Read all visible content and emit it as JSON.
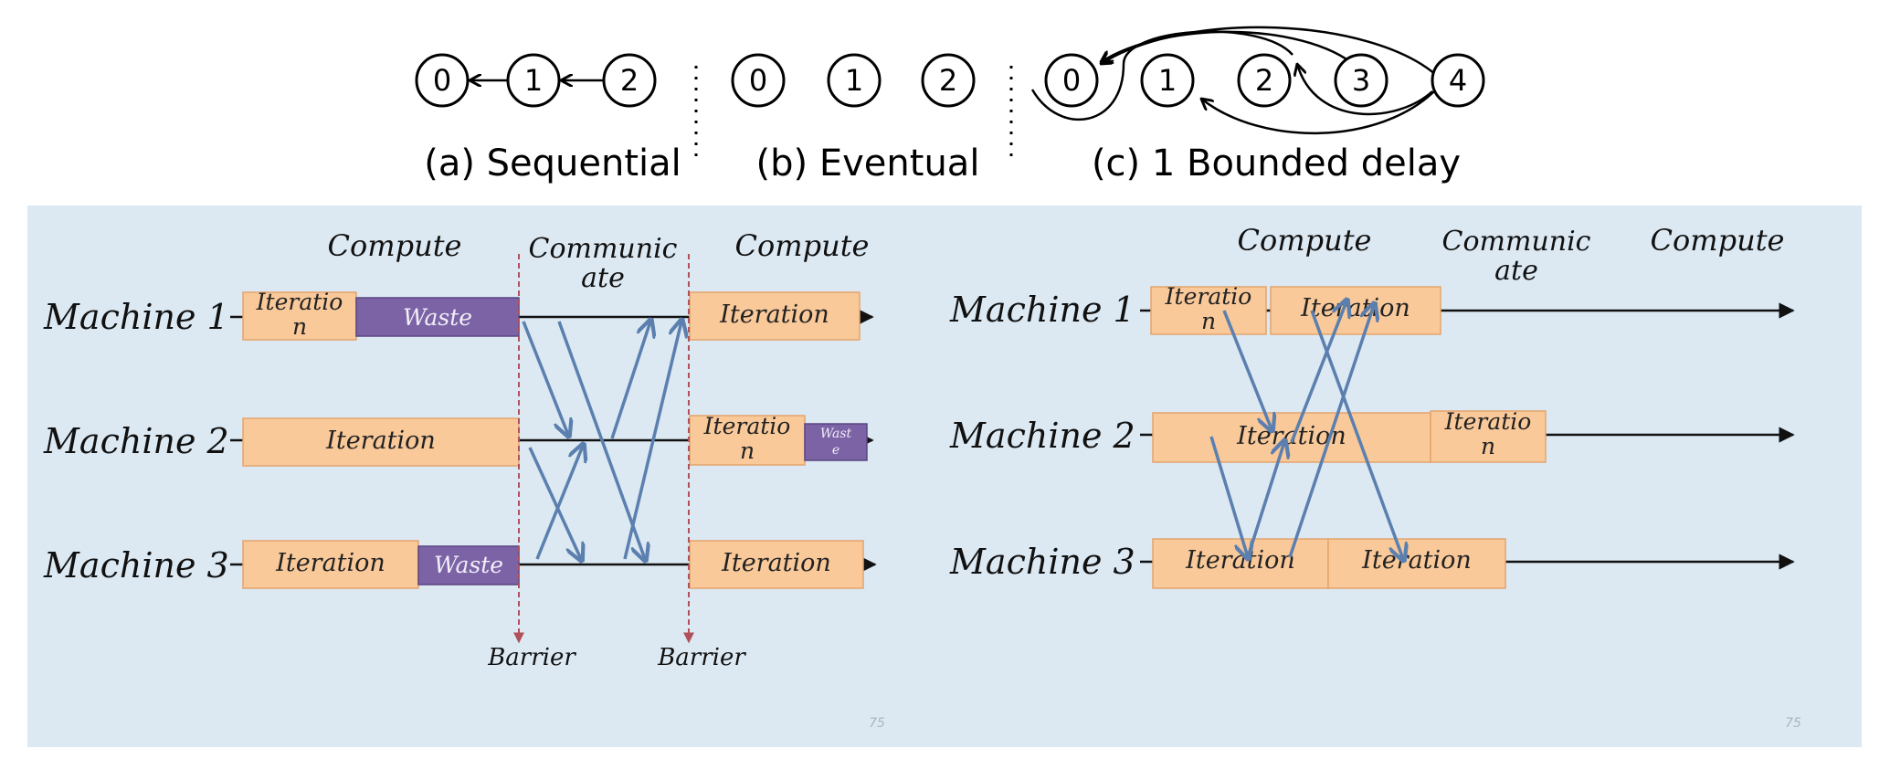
{
  "graphs": {
    "a": {
      "nodes": [
        "0",
        "1",
        "2"
      ],
      "caption": "(a) Sequential"
    },
    "b": {
      "nodes": [
        "0",
        "1",
        "2"
      ],
      "caption": "(b) Eventual"
    },
    "c": {
      "nodes": [
        "0",
        "1",
        "2",
        "3",
        "4"
      ],
      "caption": "(c) 1 Bounded delay"
    }
  },
  "bsp": {
    "phases": {
      "compute1": "Compute",
      "communicate": [
        "Communic",
        "ate"
      ],
      "compute2": "Compute"
    },
    "machines": [
      "Machine 1",
      "Machine 2",
      "Machine 3"
    ],
    "boxes": {
      "m1_iter": [
        "Iteratio",
        "n"
      ],
      "m1_waste": "Waste",
      "m1_next": "Iteration",
      "m2_iter": "Iteration",
      "m2_next": [
        "Iteratio",
        "n"
      ],
      "m2_waste": [
        "Wast",
        "e"
      ],
      "m3_iter": "Iteration",
      "m3_waste": "Waste",
      "m3_next": "Iteration"
    },
    "barriers": [
      "Barrier",
      "Barrier"
    ],
    "page_number": "75"
  },
  "async": {
    "phases": {
      "compute1": "Compute",
      "communicate": [
        "Communic",
        "ate"
      ],
      "compute2": "Compute"
    },
    "machines": [
      "Machine 1",
      "Machine 2",
      "Machine 3"
    ],
    "boxes": {
      "m1_a": [
        "Iteratio",
        "n"
      ],
      "m1_b": "Iteration",
      "m2_a": "Iteration",
      "m2_b": [
        "Iteratio",
        "n"
      ],
      "m3_a": "Iteration",
      "m3_b": "Iteration"
    },
    "page_number": "75"
  },
  "colors": {
    "panel_bg": "#dce9f3",
    "iteration_box": "#f9c99a",
    "waste_box": "#7b63a6",
    "message_arrow": "#5b7fae",
    "barrier_line": "#b0505a"
  }
}
